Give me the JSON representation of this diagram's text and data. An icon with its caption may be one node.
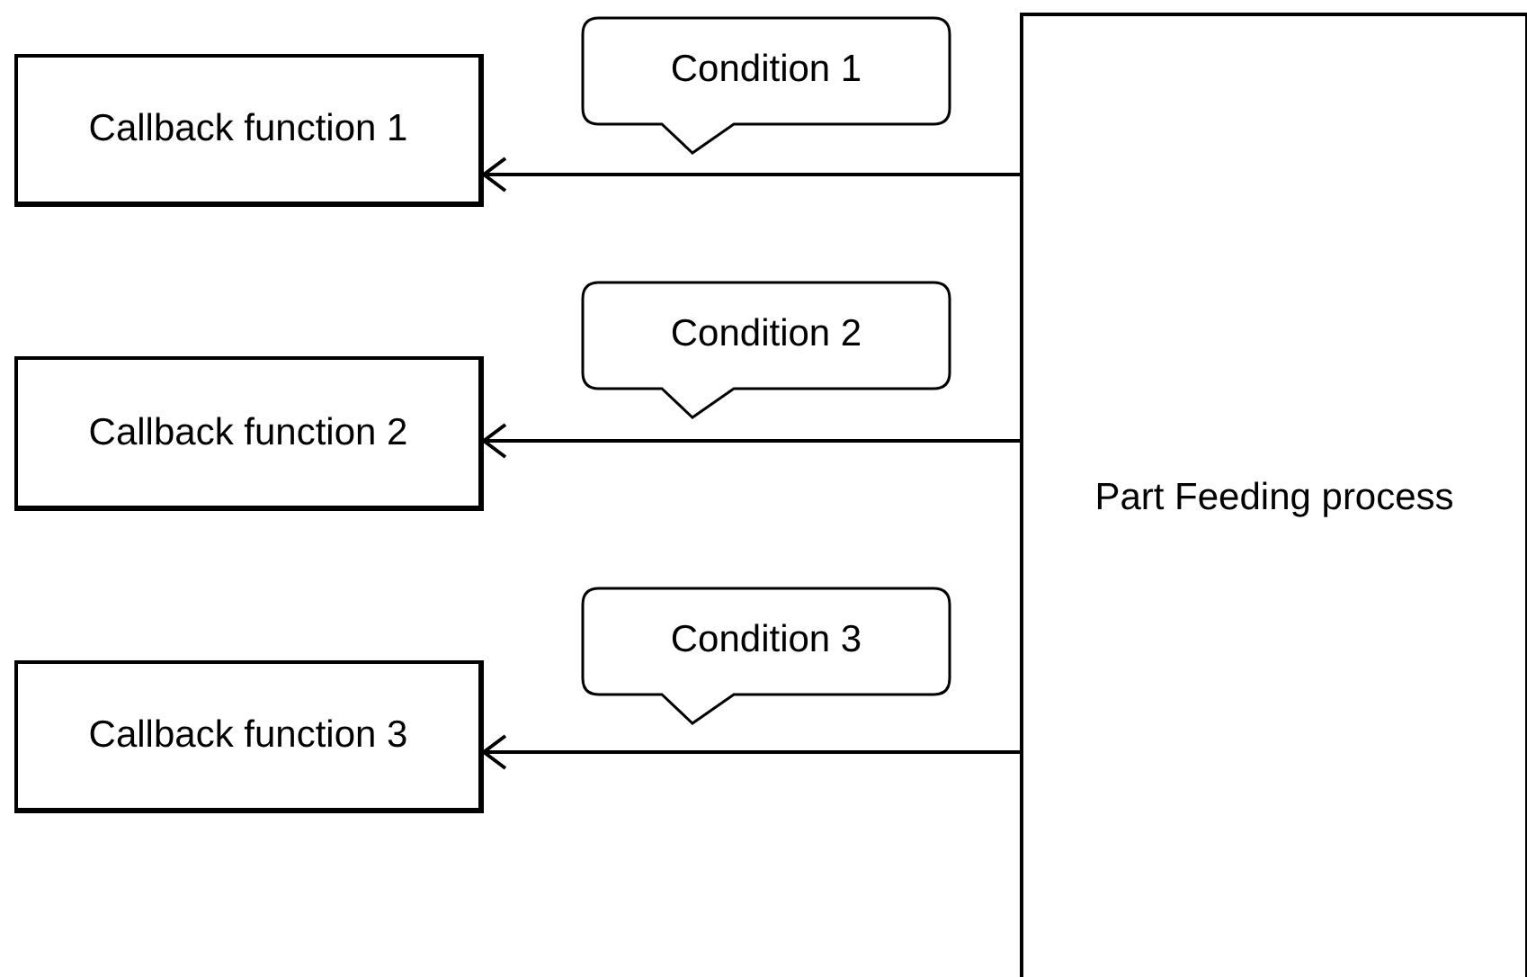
{
  "diagram": {
    "nodes": [
      {
        "text": [
          "Callback function 1"
        ]
      },
      {
        "text": [
          "Condition 1"
        ]
      },
      {
        "text": [
          "Callback function 2"
        ]
      },
      {
        "text": [
          "Condition 2"
        ]
      },
      {
        "text": [
          "Callback function 3"
        ]
      },
      {
        "text": [
          "Condition 3"
        ]
      },
      {
        "text": [
          "Part Feeding process"
        ]
      }
    ],
    "edges": [
      {
        "from": 6,
        "to": 0,
        "arrow": "to"
      },
      {
        "from": 6,
        "to": 2,
        "arrow": "to"
      },
      {
        "from": 6,
        "to": 4,
        "arrow": "to"
      }
    ]
  }
}
